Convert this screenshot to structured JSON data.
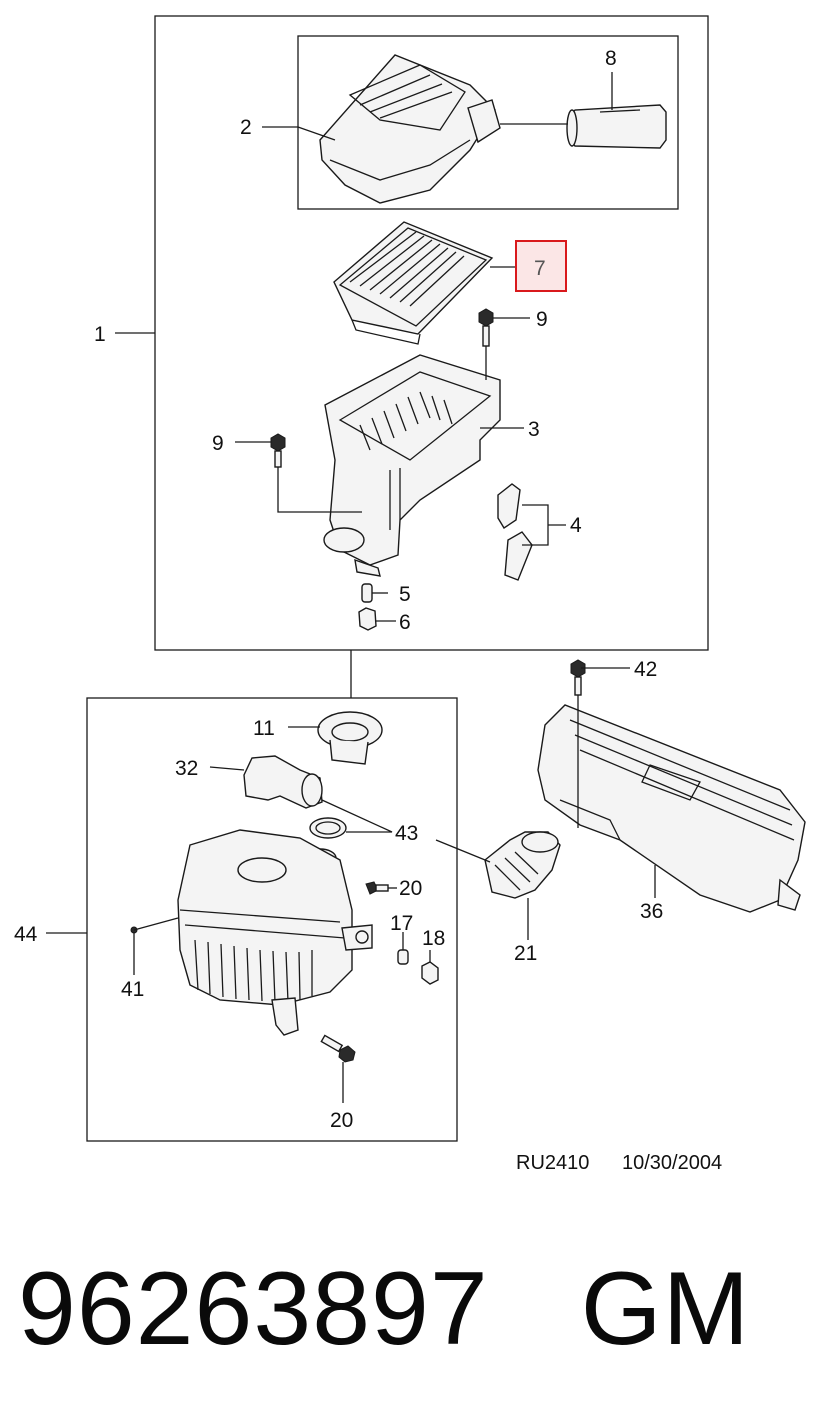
{
  "callouts": {
    "c1": "1",
    "c2": "2",
    "c3": "3",
    "c4": "4",
    "c5": "5",
    "c6": "6",
    "c7": "7",
    "c8": "8",
    "c9a": "9",
    "c9b": "9",
    "c11": "11",
    "c17": "17",
    "c18": "18",
    "c20a": "20",
    "c20b": "20",
    "c21": "21",
    "c32": "32",
    "c36": "36",
    "c41": "41",
    "c42": "42",
    "c43": "43",
    "c44": "44"
  },
  "highlight_color": "#d9191c",
  "highlight_fill": "#fbe6e6",
  "reference": {
    "code": "RU2410",
    "date": "10/30/2004"
  },
  "part": {
    "number": "96263897",
    "brand": "GM"
  }
}
